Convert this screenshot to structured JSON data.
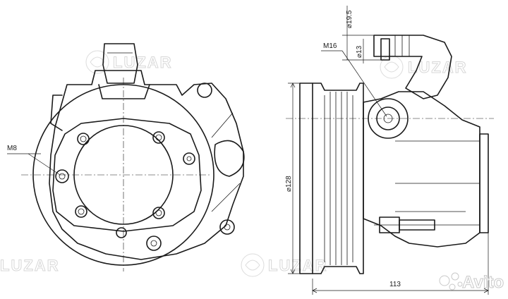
{
  "dimensions": {
    "bolt_thread_left": "M8",
    "outlet_thread": "M16",
    "outlet_diameter": "⌀13",
    "inlet_diameter": "⌀19.5",
    "pulley_diameter": "⌀128",
    "body_length": "113"
  },
  "watermarks": {
    "brand": "LUZAR",
    "marketplace": "Avito"
  },
  "colors": {
    "line": "#1a1a1a",
    "watermark": "#d7d7d7"
  }
}
